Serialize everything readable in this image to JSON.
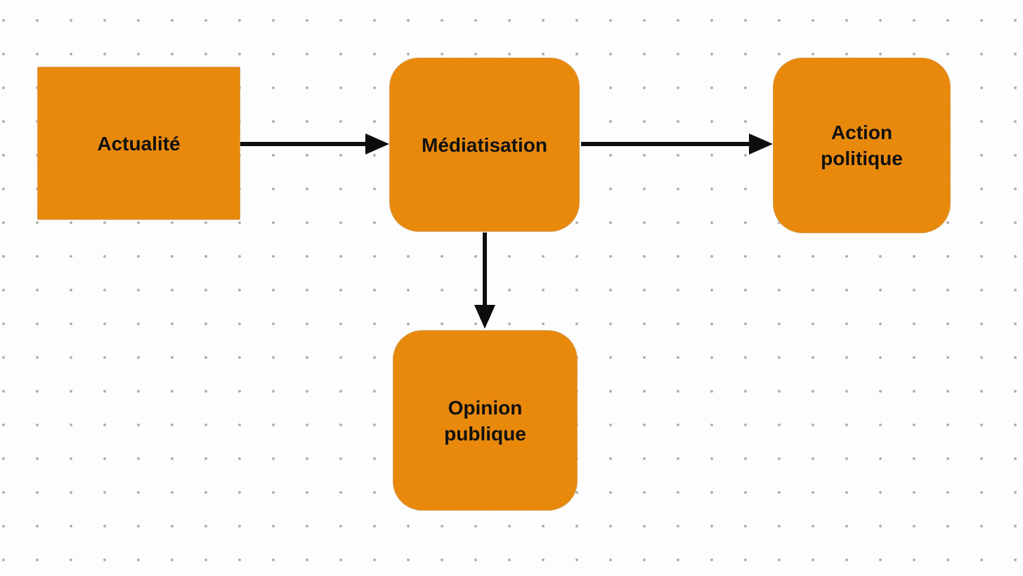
{
  "diagram": {
    "nodes": [
      {
        "id": "actualite",
        "label": "Actualité",
        "shape": "rectangle"
      },
      {
        "id": "mediatisation",
        "label": "Médiatisation",
        "shape": "rounded-square"
      },
      {
        "id": "action_politique",
        "label": "Action\npolitique",
        "shape": "rounded-square"
      },
      {
        "id": "opinion_publique",
        "label": "Opinion\npublique",
        "shape": "rounded-square"
      }
    ],
    "edges": [
      {
        "from": "Actualité",
        "to": "Médiatisation",
        "direction": "right"
      },
      {
        "from": "Médiatisation",
        "to": "Action politique",
        "direction": "right"
      },
      {
        "from": "Médiatisation",
        "to": "Opinion publique",
        "direction": "down"
      }
    ]
  },
  "colors": {
    "background": "#fdfdfd",
    "grid_dot": "#b4b0aa",
    "node_fill": "#e8890c",
    "node_text": "#111111",
    "arrow": "#0d0d0d"
  }
}
